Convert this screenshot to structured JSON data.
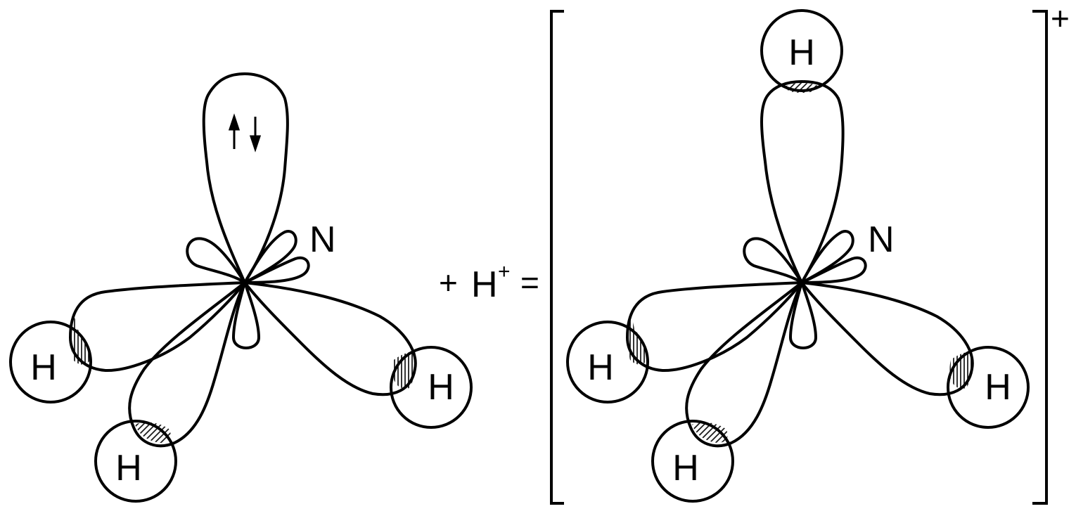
{
  "left_molecule": {
    "central_atom": "N",
    "hydrogens": [
      "H",
      "H",
      "H"
    ],
    "lone_pair_symbol": "↑↓"
  },
  "operator": {
    "plus": "+",
    "proton": "H",
    "proton_charge": "+",
    "equals": "="
  },
  "right_ion": {
    "central_atom": "N",
    "hydrogens": [
      "H",
      "H",
      "H",
      "H"
    ],
    "charge": "+"
  }
}
